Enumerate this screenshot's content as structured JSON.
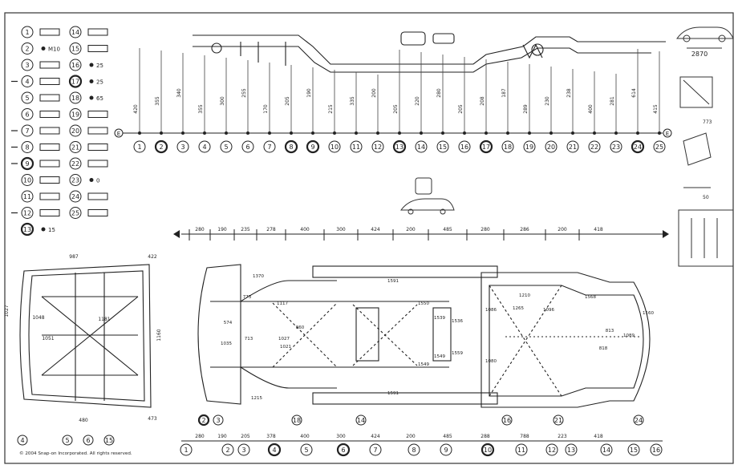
{
  "legend": {
    "col_a": [
      {
        "num": "1",
        "marker": false,
        "value": ""
      },
      {
        "num": "2",
        "marker": false,
        "value": "M10"
      },
      {
        "num": "3",
        "marker": false,
        "value": ""
      },
      {
        "num": "4",
        "marker": true,
        "value": ""
      },
      {
        "num": "5",
        "marker": false,
        "value": ""
      },
      {
        "num": "6",
        "marker": false,
        "value": ""
      },
      {
        "num": "7",
        "marker": true,
        "value": ""
      },
      {
        "num": "8",
        "marker": true,
        "value": ""
      },
      {
        "num": "9",
        "marker": true,
        "value": ""
      },
      {
        "num": "10",
        "marker": false,
        "value": ""
      },
      {
        "num": "11",
        "marker": false,
        "value": ""
      },
      {
        "num": "12",
        "marker": true,
        "value": ""
      },
      {
        "num": "13",
        "marker": false,
        "value": "15"
      }
    ],
    "col_b": [
      {
        "num": "14",
        "value": ""
      },
      {
        "num": "15",
        "value": ""
      },
      {
        "num": "16",
        "value": "25"
      },
      {
        "num": "17",
        "value": "25"
      },
      {
        "num": "18",
        "value": "65"
      },
      {
        "num": "19",
        "value": ""
      },
      {
        "num": "20",
        "value": ""
      },
      {
        "num": "21",
        "value": ""
      },
      {
        "num": "22",
        "value": ""
      },
      {
        "num": "23",
        "value": "0"
      },
      {
        "num": "24",
        "value": ""
      },
      {
        "num": "25",
        "value": ""
      }
    ]
  },
  "side_view": {
    "points": [
      "1",
      "2",
      "3",
      "4",
      "5",
      "6",
      "7",
      "8",
      "9",
      "10",
      "11",
      "12",
      "13",
      "14",
      "15",
      "16",
      "17",
      "18",
      "19",
      "20",
      "21",
      "22",
      "23",
      "24",
      "25"
    ],
    "heights": [
      "420",
      "355",
      "340",
      "355",
      "300",
      "255",
      "170",
      "205",
      "190",
      "215",
      "335",
      "200",
      "205",
      "220",
      "280",
      "205",
      "208",
      "187",
      "289",
      "230",
      "238",
      "400",
      "281",
      "614",
      "415"
    ],
    "left_ref": "E",
    "right_ref": "E"
  },
  "bottom_view": {
    "top_dims": [
      "280",
      "190",
      "235",
      "278",
      "400",
      "300",
      "424",
      "200",
      "485",
      "280",
      "286",
      "200",
      "418"
    ],
    "bottom_dims": [
      "280",
      "190",
      "205",
      "378",
      "400",
      "300",
      "424",
      "200",
      "485",
      "288",
      "788",
      "223",
      "418"
    ],
    "bottom_points": [
      "1",
      "2",
      "3",
      "4",
      "5",
      "6",
      "7",
      "8",
      "9",
      "10",
      "11",
      "12",
      "13",
      "14",
      "15",
      "16"
    ],
    "labels": [
      "1370",
      "1215",
      "1117",
      "860",
      "1027",
      "1021",
      "1591",
      "1591",
      "1550",
      "1549",
      "1536",
      "1559",
      "1539",
      "1549",
      "773",
      "713",
      "574",
      "1035",
      "1086",
      "1080",
      "1210",
      "1265",
      "1096",
      "1568",
      "813",
      "818",
      "1089",
      "1160"
    ],
    "callouts": [
      "2",
      "3",
      "18",
      "14",
      "16",
      "21",
      "24"
    ]
  },
  "front_view": {
    "dims": [
      "987",
      "422",
      "1027",
      "1048",
      "1160",
      "1051",
      "1181",
      "473",
      "480"
    ],
    "points": [
      "4",
      "5",
      "6",
      "15"
    ]
  },
  "side_notes": {
    "length": "2870",
    "top_ref": "773",
    "bottom_ref": "50"
  },
  "copyright": "© 2004 Snap-on Incorporated. All rights reserved."
}
